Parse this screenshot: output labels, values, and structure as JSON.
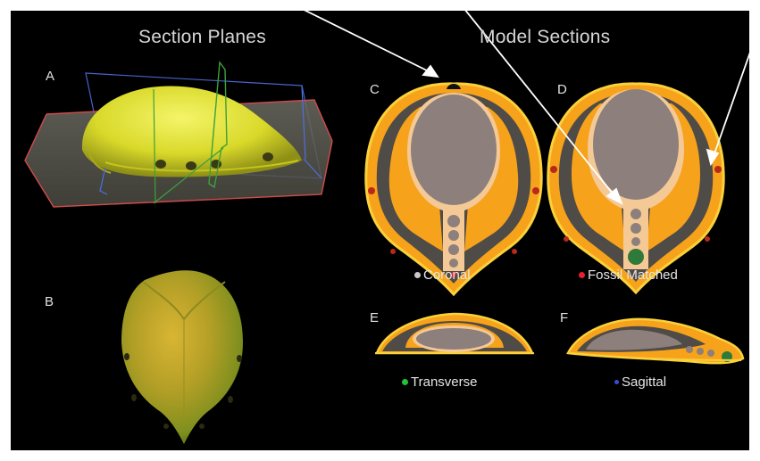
{
  "headings": {
    "left": "Section Planes",
    "right": "Model Sections"
  },
  "panel_labels": {
    "a": "A",
    "b": "B",
    "c": "C",
    "d": "D",
    "e": "E",
    "f": "F"
  },
  "legend": {
    "coronal": {
      "label": "Coronal",
      "color": "#c8c8c8"
    },
    "fossil_matched": {
      "label": "Fossil Matched",
      "color": "#e8202a"
    },
    "transverse": {
      "label": "Transverse",
      "color": "#22c23a"
    },
    "sagittal": {
      "label": "Sagittal",
      "color": "#3a4bd6"
    }
  },
  "colors": {
    "background": "#000000",
    "shell_outer": "#f7a21b",
    "shell_dark": "#4f4b47",
    "body_cavity": "#8d7f7b",
    "model_yellow": "#e3e33a",
    "plane_red": "#d24b4b",
    "plane_blue": "#4d6fe0",
    "plane_green": "#3ea03a",
    "arrow": "#ffffff"
  }
}
